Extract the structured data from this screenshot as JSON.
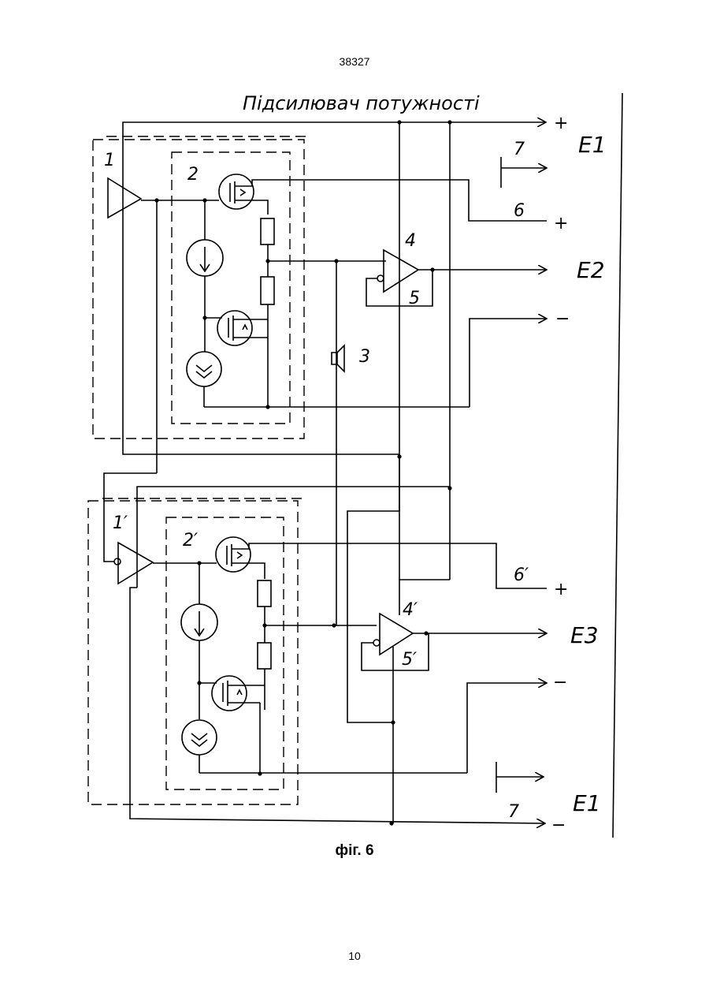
{
  "header": {
    "page_code": "38327"
  },
  "footer": {
    "page_number": "10"
  },
  "figure": {
    "caption": "фіг. 6"
  },
  "diagram": {
    "title": "Підсилювач потужності",
    "labels": {
      "block_1": "1",
      "block_2": "2",
      "speaker_3": "3",
      "amp_4": "4",
      "loop_5": "5",
      "output_6": "6",
      "ground_7": "7",
      "block_1p": "1′",
      "block_2p": "2′",
      "amp_4p": "4′",
      "loop_5p": "5′",
      "output_6p": "6′",
      "ground_7p": "7"
    },
    "terminals": {
      "e1_top": "E1",
      "e2": "E2",
      "e3": "E3",
      "e1_bottom": "E1",
      "plus": "+",
      "minus": "−"
    }
  }
}
